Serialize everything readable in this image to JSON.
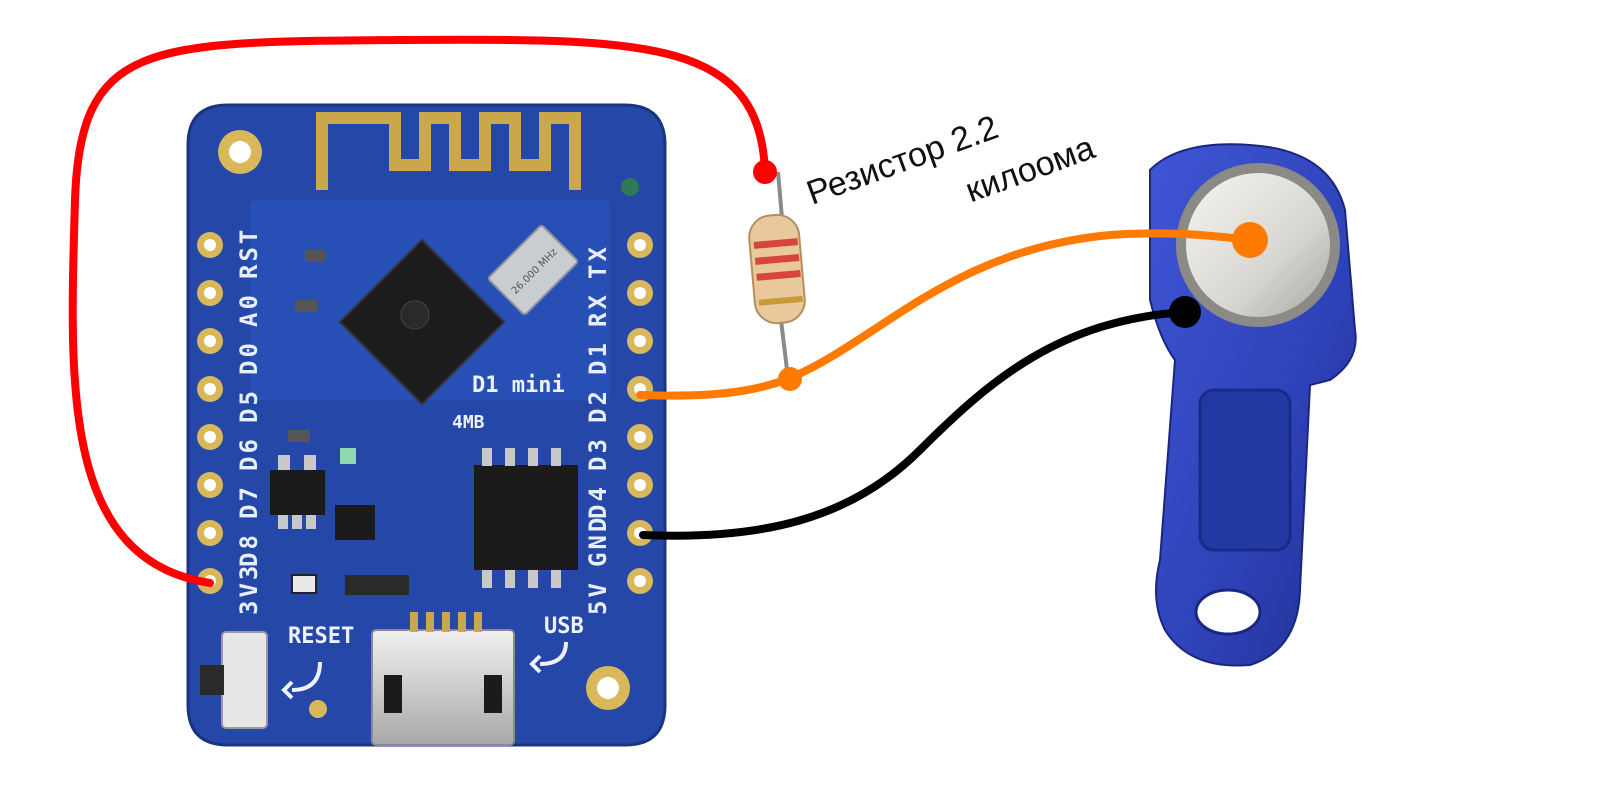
{
  "annotation": {
    "line1": "Резистор 2.2",
    "line2": "килоома"
  },
  "board": {
    "name": "D1 mini",
    "flash_label": "4MB",
    "reset_label": "RESET",
    "usb_label": "USB",
    "crystal_label": "26.000 MHz",
    "left_pins": [
      "RST",
      "A0",
      "D0",
      "D5",
      "D6",
      "D7",
      "D8",
      "3V3"
    ],
    "right_pins": [
      "TX",
      "RX",
      "D1",
      "D2",
      "D3",
      "D4",
      "GND",
      "5V"
    ],
    "color": "#2447a8"
  },
  "wires": [
    {
      "id": "red-wire",
      "from": "3V3",
      "to": "resistor-top",
      "color": "#ff0000"
    },
    {
      "id": "orange-wire",
      "from": "D2",
      "to": "key-center",
      "color": "#ff7a00"
    },
    {
      "id": "black-wire",
      "from": "GND",
      "to": "key-rim",
      "color": "#000000"
    }
  ],
  "resistor": {
    "value_label": "2.2",
    "body_color": "#e9c99c",
    "band_color": "#d8453a"
  },
  "key": {
    "body_color": "#2b3fb0",
    "contact_color": "#e6e4e0"
  }
}
